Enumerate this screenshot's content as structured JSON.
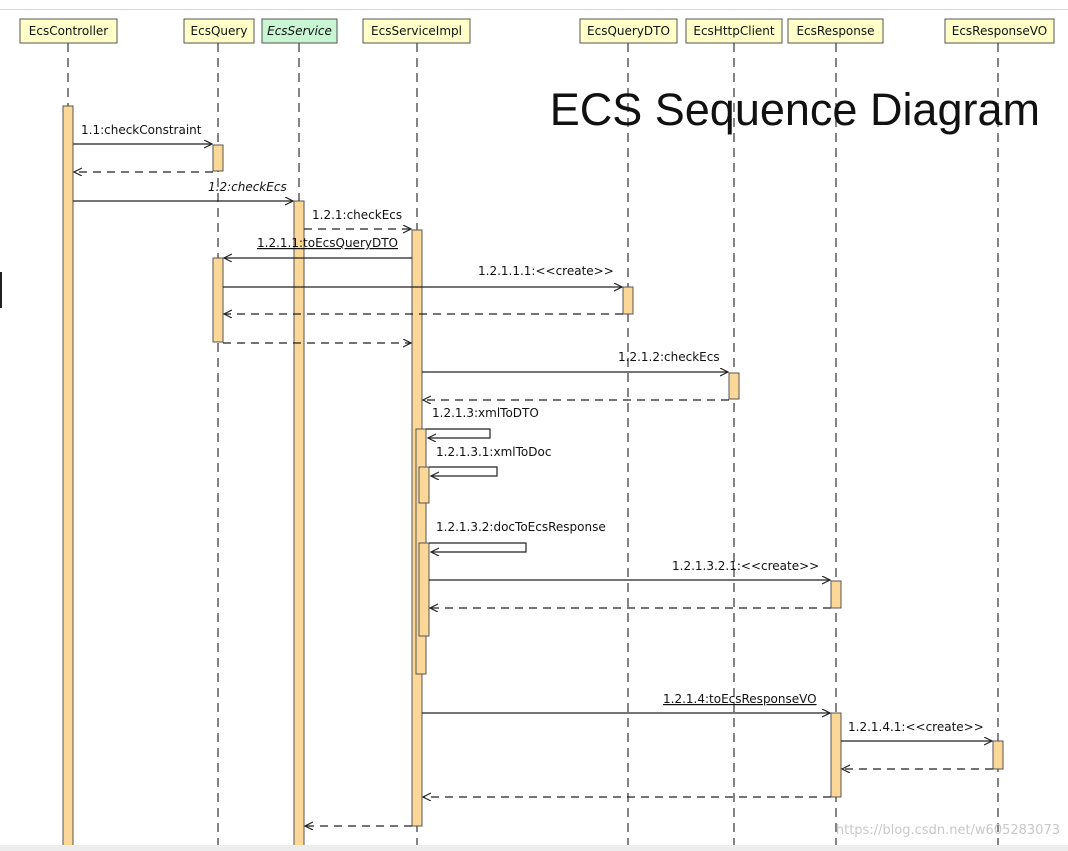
{
  "title": "ECS Sequence Diagram",
  "watermark": "https://blog.csdn.net/w605283073",
  "colors": {
    "participant_fill": "#ffffc8",
    "interface_fill": "#c8f5d2",
    "activation_fill": "#fbd898",
    "line": "#222222",
    "lifeline": "#333333"
  },
  "participants": [
    {
      "id": "controller",
      "label": "EcsController"
    },
    {
      "id": "query",
      "label": "EcsQuery"
    },
    {
      "id": "service",
      "label": "EcsService",
      "interface": true
    },
    {
      "id": "impl",
      "label": "EcsServiceImpl"
    },
    {
      "id": "dto",
      "label": "EcsQueryDTO"
    },
    {
      "id": "http",
      "label": "EcsHttpClient"
    },
    {
      "id": "response",
      "label": "EcsResponse"
    },
    {
      "id": "vo",
      "label": "EcsResponseVO"
    }
  ],
  "messages": [
    {
      "label": "1.1:checkConstraint"
    },
    {
      "label": "1.2:checkEcs",
      "italic": true
    },
    {
      "label": "1.2.1:checkEcs"
    },
    {
      "label": "1.2.1.1:toEcsQueryDTO",
      "underline": true
    },
    {
      "label": "1.2.1.1.1:<<create>>"
    },
    {
      "label": "1.2.1.2:checkEcs"
    },
    {
      "label": "1.2.1.3:xmlToDTO"
    },
    {
      "label": "1.2.1.3.1:xmlToDoc"
    },
    {
      "label": "1.2.1.3.2:docToEcsResponse"
    },
    {
      "label": "1.2.1.3.2.1:<<create>>"
    },
    {
      "label": "1.2.1.4:toEcsResponseVO",
      "underline": true
    },
    {
      "label": "1.2.1.4.1:<<create>>"
    }
  ]
}
